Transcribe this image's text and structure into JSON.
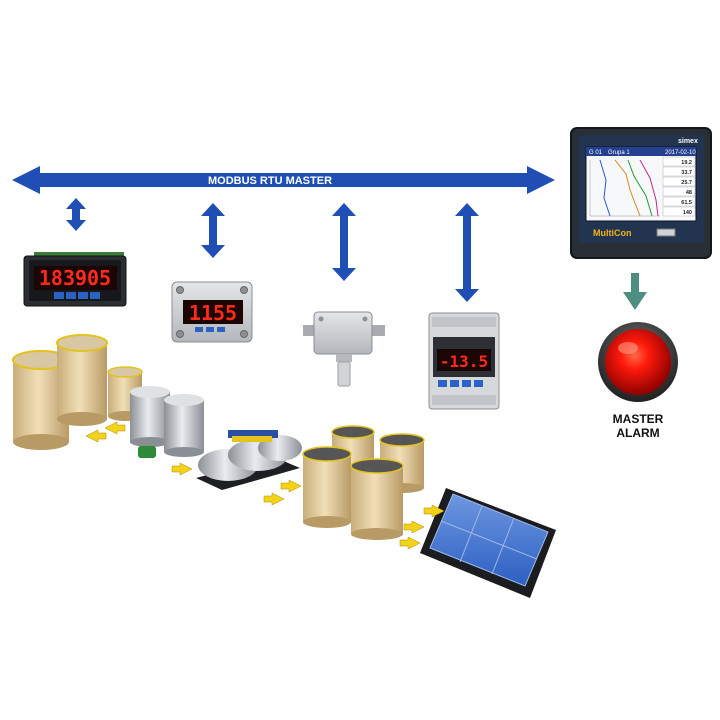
{
  "bus": {
    "label": "MODBUS RTU MASTER"
  },
  "panel_meter": {
    "display": "183905"
  },
  "enclosure_meter": {
    "display": "1155"
  },
  "din_meter": {
    "display": "-13.5"
  },
  "multicon": {
    "brand": "simex",
    "model": "MultiCon",
    "screen": {
      "channel": "G 01",
      "group": "Grupa 1",
      "date": "2017-02-10",
      "values": [
        "19.2",
        "33.7",
        "25.7",
        "48",
        "61.5",
        "140"
      ]
    }
  },
  "alarm": {
    "line1": "MASTER",
    "line2": "ALARM"
  },
  "colors": {
    "bus_blue": "#1f4fb5",
    "alarm_red": "#e21a12",
    "flow_arrow_yellow": "#f4d21a",
    "down_arrow_green": "#4c8f82"
  }
}
